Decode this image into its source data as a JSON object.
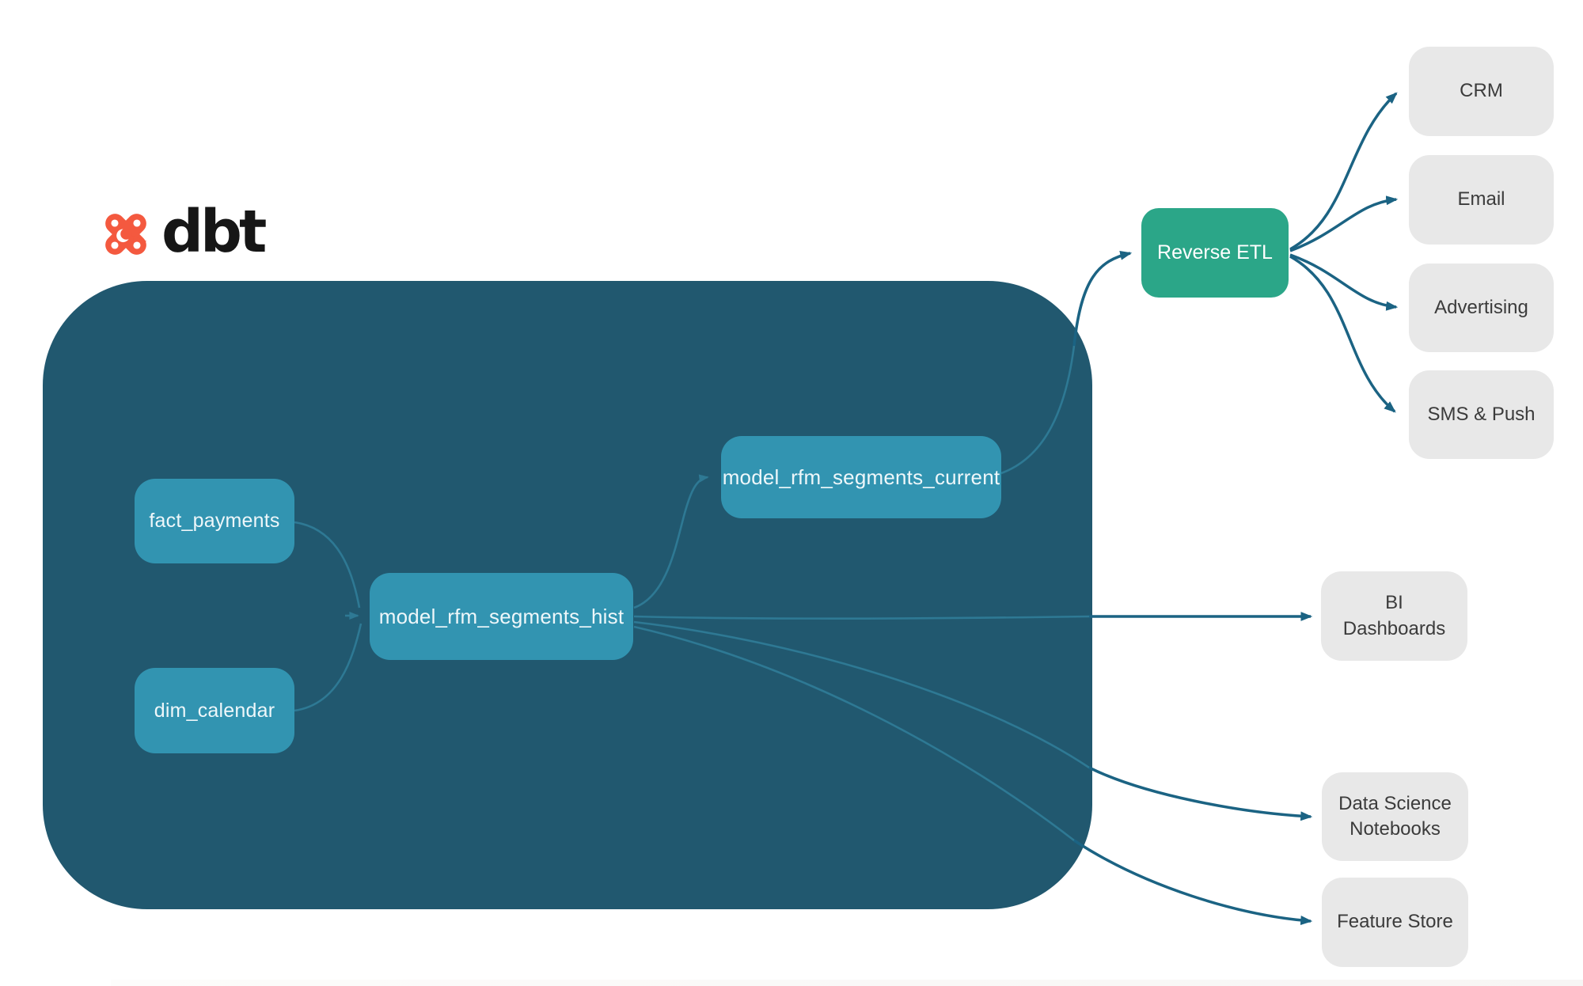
{
  "brand": {
    "name": "dbt",
    "logo_icon": "dbt-star-icon"
  },
  "nodes": {
    "fact_payments": {
      "label": "fact_payments"
    },
    "dim_calendar": {
      "label": "dim_calendar"
    },
    "model_rfm_segments_hist": {
      "label": "model_rfm_segments_hist"
    },
    "model_rfm_segments_current": {
      "label": "model_rfm_segments_current"
    },
    "reverse_etl": {
      "label": "Reverse ETL"
    },
    "crm": {
      "label": "CRM"
    },
    "email": {
      "label": "Email"
    },
    "advertising": {
      "label": "Advertising"
    },
    "sms_push": {
      "label": "SMS & Push"
    },
    "bi_dashboards": {
      "label": "BI Dashboards"
    },
    "data_science_notebooks": {
      "label": "Data Science Notebooks"
    },
    "feature_store": {
      "label": "Feature Store"
    }
  },
  "edges": [
    {
      "from": "fact_payments",
      "to": "model_rfm_segments_hist"
    },
    {
      "from": "dim_calendar",
      "to": "model_rfm_segments_hist"
    },
    {
      "from": "model_rfm_segments_hist",
      "to": "model_rfm_segments_current"
    },
    {
      "from": "model_rfm_segments_current",
      "to": "reverse_etl"
    },
    {
      "from": "reverse_etl",
      "to": "crm"
    },
    {
      "from": "reverse_etl",
      "to": "email"
    },
    {
      "from": "reverse_etl",
      "to": "advertising"
    },
    {
      "from": "reverse_etl",
      "to": "sms_push"
    },
    {
      "from": "model_rfm_segments_hist",
      "to": "bi_dashboards"
    },
    {
      "from": "model_rfm_segments_hist",
      "to": "data_science_notebooks"
    },
    {
      "from": "model_rfm_segments_hist",
      "to": "feature_store"
    }
  ],
  "colors": {
    "warehouse_container": "#21586F",
    "model_node": "#3294B1",
    "reverse_etl_node": "#2BA688",
    "destination_node": "#E8E8E8",
    "edge_dark": "#1B6383",
    "edge_light": "#2E7994",
    "logo_orange": "#F4593F",
    "wordmark_text": "#161616"
  }
}
